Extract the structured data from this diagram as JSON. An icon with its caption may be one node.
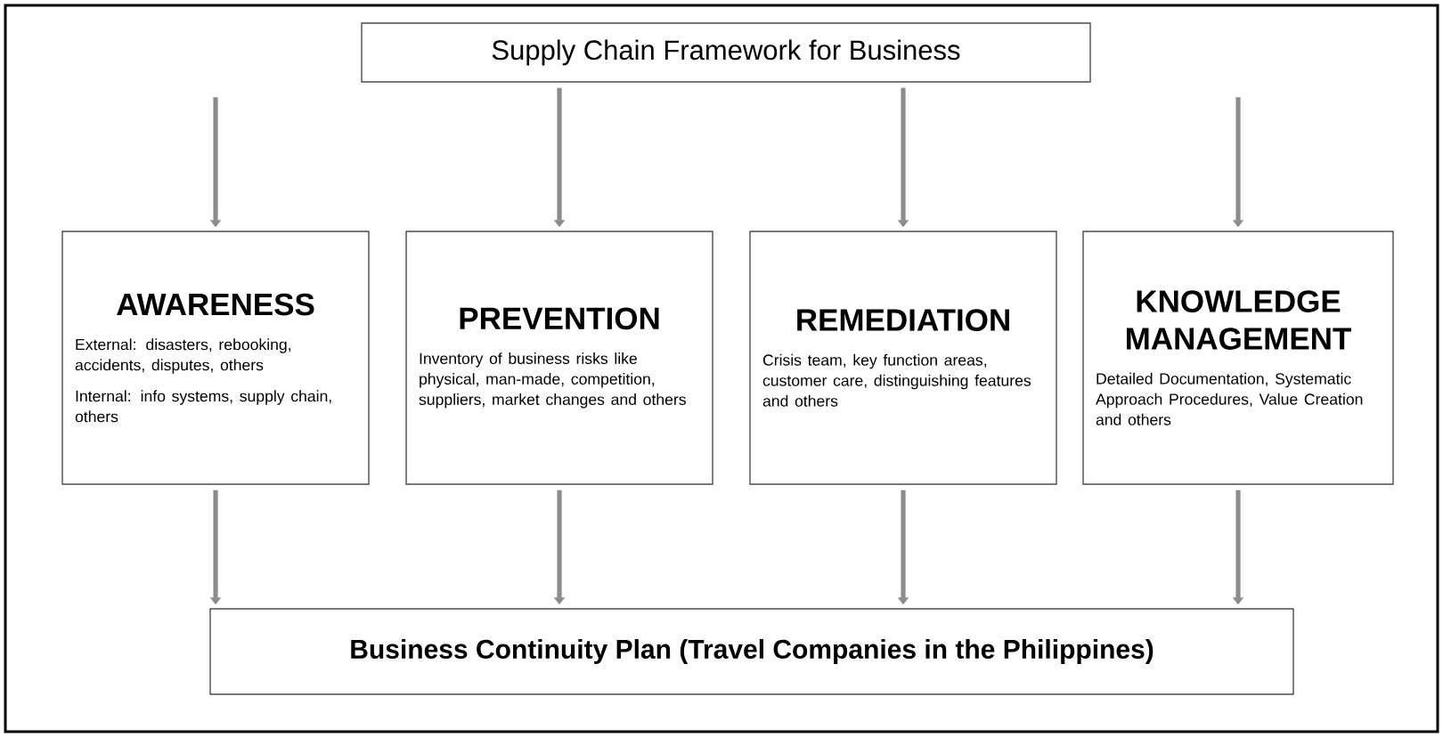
{
  "diagram": {
    "nodes": [
      {
        "text": [
          "Supply Chain Framework for Business"
        ]
      },
      {
        "text": [
          "AWARENESS",
          "External: disasters, rebooking, accidents, disputes, others",
          "Internal: info systems, supply chain, others"
        ]
      },
      {
        "text": [
          "PREVENTION",
          "Inventory of business risks like physical, man-made, competition, suppliers, market changes and others"
        ]
      },
      {
        "text": [
          "REMEDIATION",
          "Crisis team, key function areas, customer care, distinguishing features and others"
        ]
      },
      {
        "text": [
          "KNOWLEDGE MANAGEMENT",
          "Detailed Documentation, Systematic Approach Procedures, Value Creation and others"
        ]
      },
      {
        "text": [
          "Business Continuity Plan (Travel Companies in the Philippines)"
        ]
      }
    ],
    "edges": [
      {
        "from": null,
        "to": 1,
        "arrow": "to"
      },
      {
        "from": 0,
        "to": 2,
        "arrow": "to"
      },
      {
        "from": 0,
        "to": 3,
        "arrow": "to"
      },
      {
        "from": null,
        "to": 4,
        "arrow": "to"
      },
      {
        "from": 1,
        "to": 5,
        "arrow": "to"
      },
      {
        "from": 2,
        "to": 5,
        "arrow": "to"
      },
      {
        "from": 3,
        "to": 5,
        "arrow": "to"
      },
      {
        "from": 4,
        "to": 5,
        "arrow": "to"
      }
    ]
  }
}
